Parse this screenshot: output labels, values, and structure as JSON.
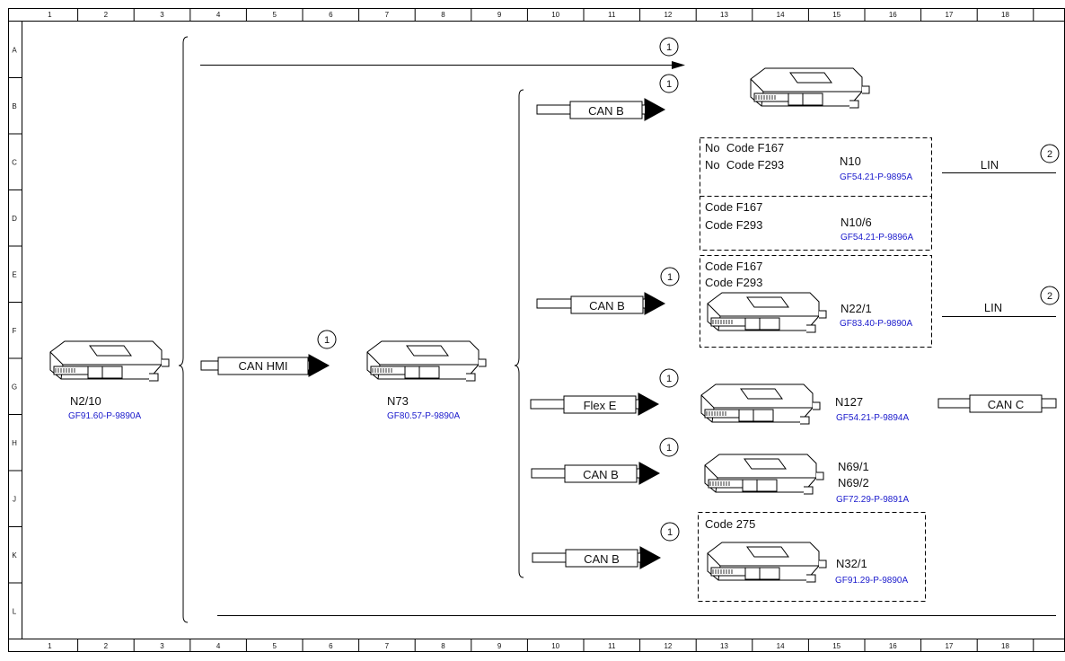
{
  "ruler": {
    "columns": [
      "1",
      "2",
      "3",
      "4",
      "5",
      "6",
      "7",
      "8",
      "9",
      "10",
      "11",
      "12",
      "13",
      "14",
      "15",
      "16",
      "17",
      "18"
    ],
    "rows": [
      "A",
      "B",
      "C",
      "D",
      "E",
      "F",
      "G",
      "H",
      "J",
      "K",
      "L"
    ]
  },
  "modules": [
    {
      "id": "n2-10",
      "name": "N2/10",
      "ref": "GF91.60-P-9890A"
    },
    {
      "id": "n73",
      "name": "N73",
      "ref": "GF80.57-P-9890A"
    },
    {
      "id": "n10",
      "name": "N10",
      "ref": "GF54.21-P-9895A",
      "codes": [
        "No  Code F167",
        "No  Code F293"
      ]
    },
    {
      "id": "n10-6",
      "name": "N10/6",
      "ref": "GF54.21-P-9896A",
      "codes": [
        "Code F167",
        "Code F293"
      ]
    },
    {
      "id": "n22-1",
      "name": "N22/1",
      "ref": "GF83.40-P-9890A",
      "codes": [
        "Code F167",
        "Code F293"
      ]
    },
    {
      "id": "n127",
      "name": "N127",
      "ref": "GF54.21-P-9894A"
    },
    {
      "id": "n69",
      "name": "N69/1",
      "name2": "N69/2",
      "ref": "GF72.29-P-9891A"
    },
    {
      "id": "n32-1",
      "name": "N32/1",
      "ref": "GF91.29-P-9890A",
      "codes": [
        "Code 275"
      ]
    }
  ],
  "buses": {
    "can_hmi": "CAN HMI",
    "can_b": "CAN B",
    "flex_e": "Flex E",
    "can_c": "CAN C",
    "lin": "LIN"
  },
  "markers": {
    "one": "1",
    "two": "2"
  }
}
